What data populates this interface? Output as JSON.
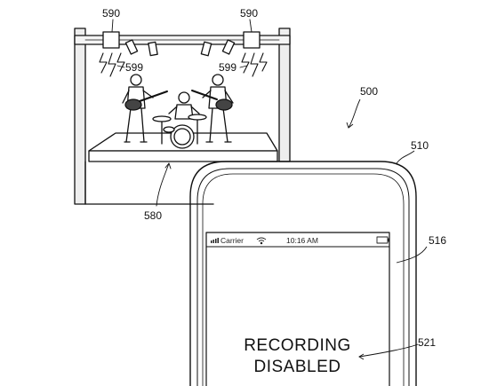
{
  "reference_numerals": {
    "light_left": "590",
    "light_right": "590",
    "beam_left": "599",
    "beam_right": "599",
    "figure": "500",
    "phone": "510",
    "stage": "580",
    "screen": "516",
    "message": "521"
  },
  "status_bar": {
    "carrier": "Carrier",
    "time": "10:16 AM"
  },
  "screen_message": {
    "line1": "RECORDING",
    "line2": "DISABLED"
  }
}
